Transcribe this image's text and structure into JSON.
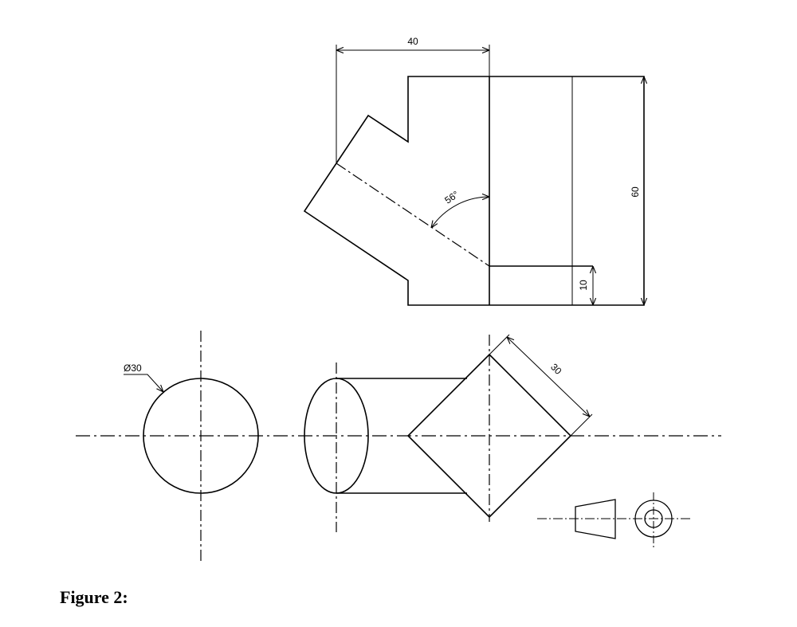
{
  "caption": "Figure 2:",
  "dimensions": {
    "width_40": "40",
    "height_60": "60",
    "height_10": "10",
    "angle_56": "56°",
    "diameter_30": "Ø30",
    "side_30": "30"
  },
  "colors": {
    "line": "#000000",
    "background": "#ffffff"
  }
}
